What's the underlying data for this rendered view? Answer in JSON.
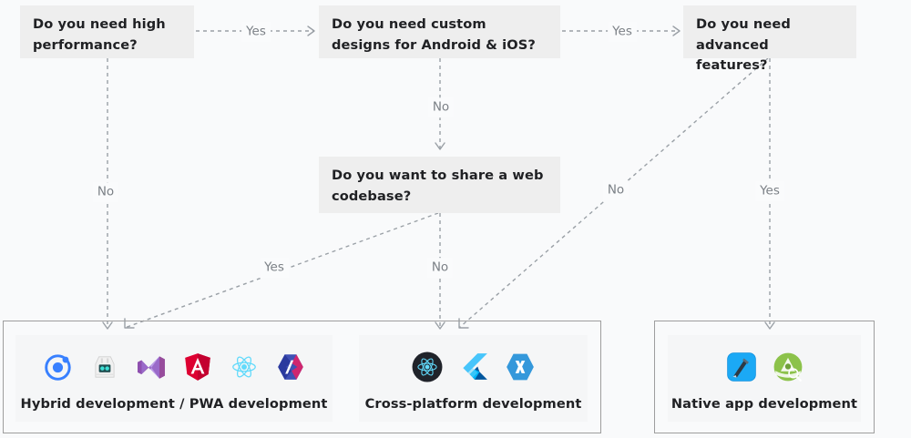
{
  "page": {
    "title": "Mobile development approach decision flowchart",
    "background_color": "#f9fafb",
    "node_fill": "#eeeeee",
    "label_color": "#7b8086",
    "edge_color": "#9aa0a6"
  },
  "nodes": [
    {
      "id": "q1",
      "label": "Do you need high performance?"
    },
    {
      "id": "q2",
      "label": "Do you need custom designs for Android & iOS?"
    },
    {
      "id": "q3",
      "label": "Do you need advanced features?"
    },
    {
      "id": "q4",
      "label": "Do you want to share a web codebase?"
    }
  ],
  "edges": [
    {
      "id": "e1",
      "from": "q1",
      "to": "q2",
      "label": "Yes"
    },
    {
      "id": "e2",
      "from": "q1",
      "to": "hybrid",
      "label": "No"
    },
    {
      "id": "e3",
      "from": "q2",
      "to": "q3",
      "label": "Yes"
    },
    {
      "id": "e4",
      "from": "q2",
      "to": "q4",
      "label": "No"
    },
    {
      "id": "e5",
      "from": "q3",
      "to": "native",
      "label": "Yes"
    },
    {
      "id": "e6",
      "from": "q3",
      "to": "cross",
      "label": "No"
    },
    {
      "id": "e7",
      "from": "q4",
      "to": "hybrid",
      "label": "Yes"
    },
    {
      "id": "e8",
      "from": "q4",
      "to": "cross",
      "label": "No"
    }
  ],
  "outcomes": [
    {
      "id": "hybrid",
      "label": "Hybrid development / PWA development",
      "technologies": [
        {
          "name": "ionic",
          "icon": "ionic-icon",
          "color": "#3880ff"
        },
        {
          "name": "cordova",
          "icon": "cordova-robot-icon",
          "color": "#e8e8e8"
        },
        {
          "name": "visualstudio",
          "icon": "visual-studio-icon",
          "color": "#8a56c2"
        },
        {
          "name": "angular",
          "icon": "angular-icon",
          "color": "#dd0031"
        },
        {
          "name": "react",
          "icon": "react-icon",
          "color": "#61dafb"
        },
        {
          "name": "polymer",
          "icon": "polymer-icon",
          "color": "#5a4fcf"
        }
      ]
    },
    {
      "id": "cross",
      "label": "Cross-platform development",
      "technologies": [
        {
          "name": "react-native",
          "icon": "react-native-icon",
          "color": "#20232a"
        },
        {
          "name": "flutter",
          "icon": "flutter-icon",
          "color": "#42a5f5"
        },
        {
          "name": "xamarin",
          "icon": "xamarin-icon",
          "color": "#3498db"
        }
      ]
    },
    {
      "id": "native",
      "label": "Native app development",
      "technologies": [
        {
          "name": "xcode",
          "icon": "xcode-icon",
          "color": "#1ba9f5"
        },
        {
          "name": "android-studio",
          "icon": "android-studio-icon",
          "color": "#8bc34a"
        }
      ]
    }
  ]
}
